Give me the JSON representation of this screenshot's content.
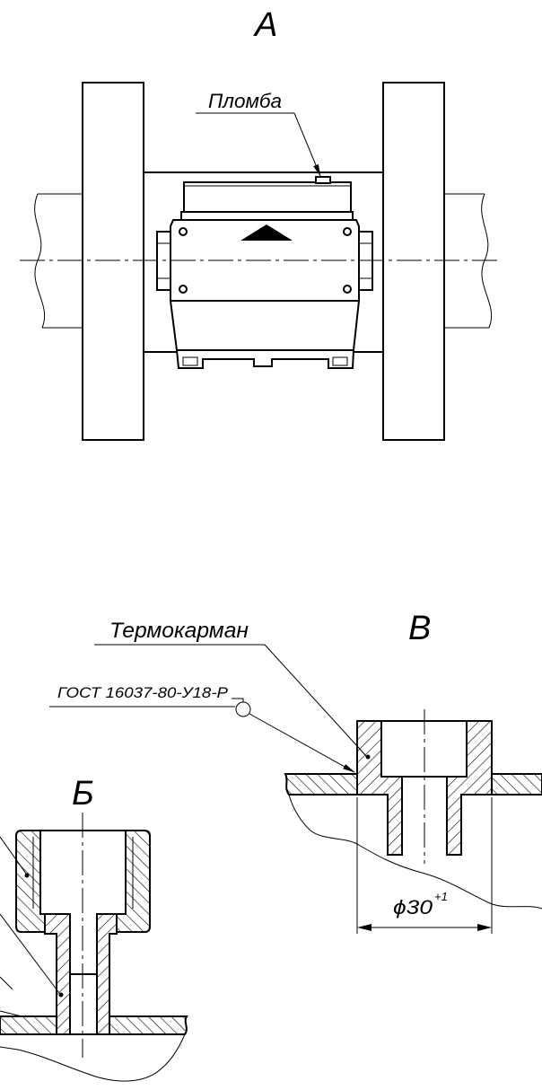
{
  "drawing": {
    "view_a": {
      "label": "А",
      "seal_callout": "Пломба"
    },
    "view_v": {
      "label": "В",
      "thermowell_callout": "Термокарман",
      "weld_standard": "ГОСТ 16037-80-У18-Р",
      "diameter": "ϕ30",
      "tolerance": "+1"
    },
    "view_b": {
      "label": "Б"
    }
  },
  "colors": {
    "line": "#000000",
    "background": "#ffffff"
  }
}
